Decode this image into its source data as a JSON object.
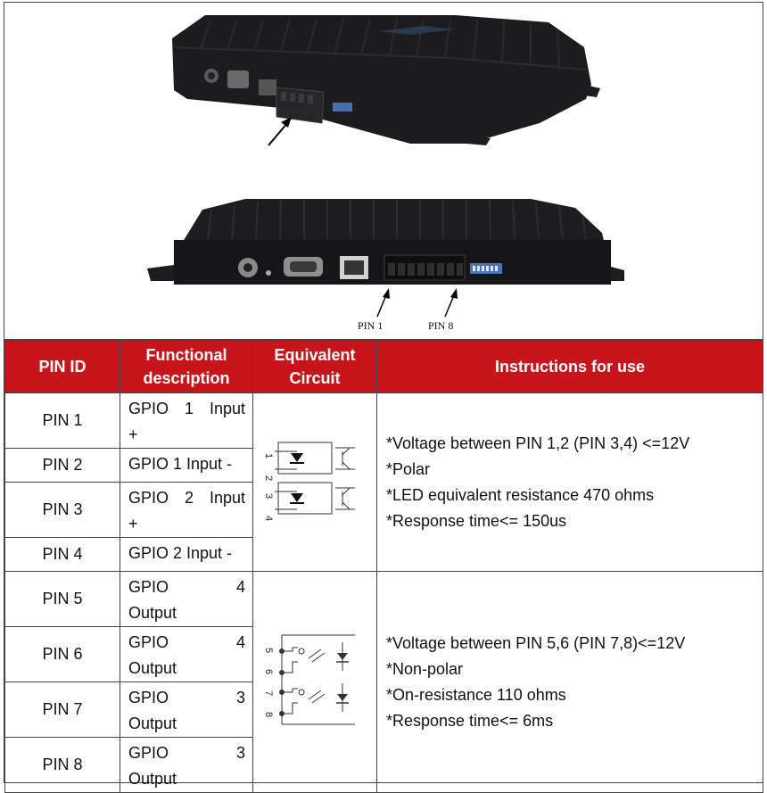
{
  "photo": {
    "pin1_label": "PIN 1",
    "pin8_label": "PIN 8"
  },
  "table": {
    "headers": {
      "pin_id": "PIN ID",
      "functional_l1": "Functional",
      "functional_l2": "description",
      "equivalent_l1": "Equivalent",
      "equivalent_l2": "Circuit",
      "instructions": "Instructions for use"
    },
    "rows": [
      {
        "pin": "PIN 1",
        "desc_l1": [
          "GPIO",
          "1",
          "Input"
        ],
        "desc_l2": "+"
      },
      {
        "pin": "PIN 2",
        "desc": "GPIO 1 Input -"
      },
      {
        "pin": "PIN 3",
        "desc_l1": [
          "GPIO",
          "2",
          "Input"
        ],
        "desc_l2": "+"
      },
      {
        "pin": "PIN 4",
        "desc": "GPIO 2 Input -"
      },
      {
        "pin": "PIN 5",
        "desc_l1": [
          "GPIO",
          "4"
        ],
        "desc_l2": "Output"
      },
      {
        "pin": "PIN 6",
        "desc_l1": [
          "GPIO",
          "4"
        ],
        "desc_l2": "Output"
      },
      {
        "pin": "PIN 7",
        "desc_l1": [
          "GPIO",
          "3"
        ],
        "desc_l2": "Output"
      },
      {
        "pin": "PIN 8",
        "desc_l1": [
          "GPIO",
          "3"
        ],
        "desc_l2": "Output"
      }
    ],
    "input_instructions": [
      "*Voltage between PIN 1,2 (PIN 3,4) <=12V",
      "*Polar",
      "*LED equivalent resistance 470 ohms",
      "*Response time<= 150us"
    ],
    "output_instructions": [
      "*Voltage between PIN 5,6 (PIN 7,8)<=12V",
      "*Non-polar",
      "*On-resistance 110 ohms",
      "*Response time<= 6ms"
    ],
    "input_circuit_pins": [
      "1",
      "2",
      "3",
      "4"
    ],
    "output_circuit_pins": [
      "5",
      "6",
      "7",
      "8"
    ]
  }
}
